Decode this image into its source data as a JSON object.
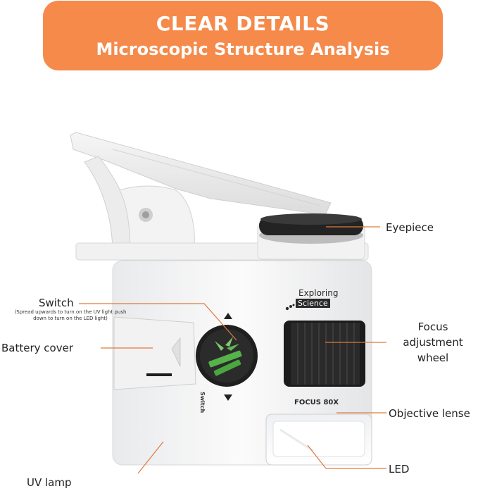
{
  "banner": {
    "title": "CLEAR DETAILS",
    "subtitle": "Microscopic Structure Analysis"
  },
  "device": {
    "brand_line1": "Exploring",
    "brand_line2": "Science",
    "focus_text": "FOCUS 80X",
    "switch_text": "Switch"
  },
  "labels": {
    "eyepiece": "Eyepiece",
    "switch": "Switch",
    "switch_note": "(Spread upwards to turn on the UV light push down to turn on the LED light)",
    "battery_cover": "Battery cover",
    "focus_line1": "Focus",
    "focus_line2": "adjustment",
    "focus_line3": "wheel",
    "objective_lense": "Objective lense",
    "led": "LED",
    "uv_lamp": "UV lamp"
  },
  "colors": {
    "accent": "#f58a4b",
    "leader_line": "#e07a3c"
  }
}
